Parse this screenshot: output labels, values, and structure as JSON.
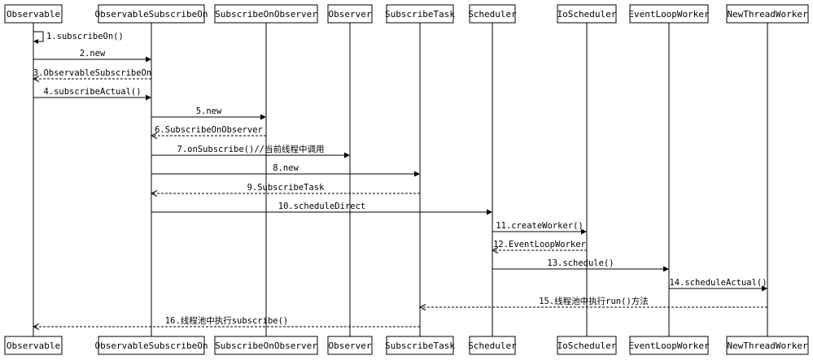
{
  "participants": [
    "Observable",
    "ObservableSubscribeOn",
    "SubscribeOnObserver",
    "Observer",
    "SubscribeTask",
    "Scheduler",
    "IoScheduler",
    "EventLoopWorker",
    "NewThreadWorker"
  ],
  "messages": [
    {
      "from": 0,
      "to": 0,
      "label": "1.subscribeOn()",
      "type": "self"
    },
    {
      "from": 0,
      "to": 1,
      "label": "2.new",
      "type": "call"
    },
    {
      "from": 1,
      "to": 0,
      "label": "3.ObservableSubscribeOn",
      "type": "return"
    },
    {
      "from": 0,
      "to": 1,
      "label": "4.subscribeActual()",
      "type": "call"
    },
    {
      "from": 1,
      "to": 2,
      "label": "5.new",
      "type": "call"
    },
    {
      "from": 2,
      "to": 1,
      "label": "6.SubscribeOnObserver",
      "type": "return"
    },
    {
      "from": 1,
      "to": 3,
      "label": "7.onSubscribe()//当前线程中调用",
      "type": "call"
    },
    {
      "from": 1,
      "to": 4,
      "label": "8.new",
      "type": "call"
    },
    {
      "from": 4,
      "to": 1,
      "label": "9.SubscribeTask",
      "type": "return"
    },
    {
      "from": 1,
      "to": 5,
      "label": "10.scheduleDirect",
      "type": "call"
    },
    {
      "from": 5,
      "to": 6,
      "label": "11.createWorker()",
      "type": "call"
    },
    {
      "from": 6,
      "to": 5,
      "label": "12.EventLoopWorker",
      "type": "return"
    },
    {
      "from": 5,
      "to": 7,
      "label": "13.schedule()",
      "type": "call"
    },
    {
      "from": 7,
      "to": 8,
      "label": "14.scheduleActual()",
      "type": "call"
    },
    {
      "from": 8,
      "to": 4,
      "label": "15.线程池中执行run()方法",
      "type": "return"
    },
    {
      "from": 4,
      "to": 0,
      "label": "16.线程池中执行subscribe()",
      "type": "return"
    }
  ]
}
